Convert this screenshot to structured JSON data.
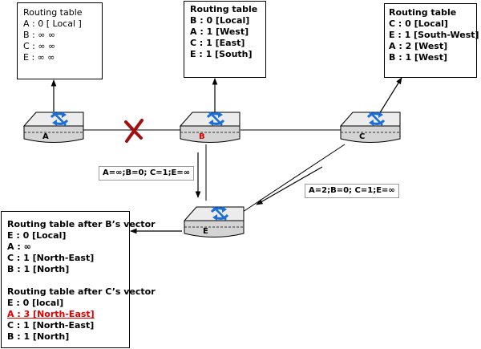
{
  "colors": {
    "highlight": "#e00000",
    "router_body": "#e8e8e8",
    "router_icon": "#1a6fd8",
    "cross": "#a01010"
  },
  "routers": {
    "a": "A",
    "b": "B",
    "c": "C",
    "e": "E"
  },
  "table_a": {
    "title": "Routing table",
    "rows": [
      "A : 0 [ Local ]",
      "B : ∞ ∞",
      "C : ∞ ∞",
      "E : ∞ ∞"
    ]
  },
  "table_b": {
    "title": "Routing table",
    "rows": [
      "B : 0 [Local]",
      "A : 1 [West]",
      "C : 1 [East]",
      "E : 1 [South]"
    ]
  },
  "table_c": {
    "title": "Routing table",
    "rows": [
      "C : 0 [Local]",
      "E : 1 [South-West]",
      "A : 2 [West]",
      "B : 1 [West]"
    ]
  },
  "vector_b": "A=∞;B=0; C=1;E=∞",
  "vector_c": "A=2;B=0; C=1;E=∞",
  "table_e": {
    "title1": "Routing table after B’s vector",
    "rows1": [
      "E : 0 [Local]",
      "A : ∞",
      "C : 1 [North-East]",
      "B : 1 [North]"
    ],
    "title2": "Routing table after C’s vector",
    "rows2": [
      "E : 0 [local]",
      "A : 3 [North-East]",
      "C : 1 [North-East]",
      "B : 1 [North]"
    ]
  }
}
